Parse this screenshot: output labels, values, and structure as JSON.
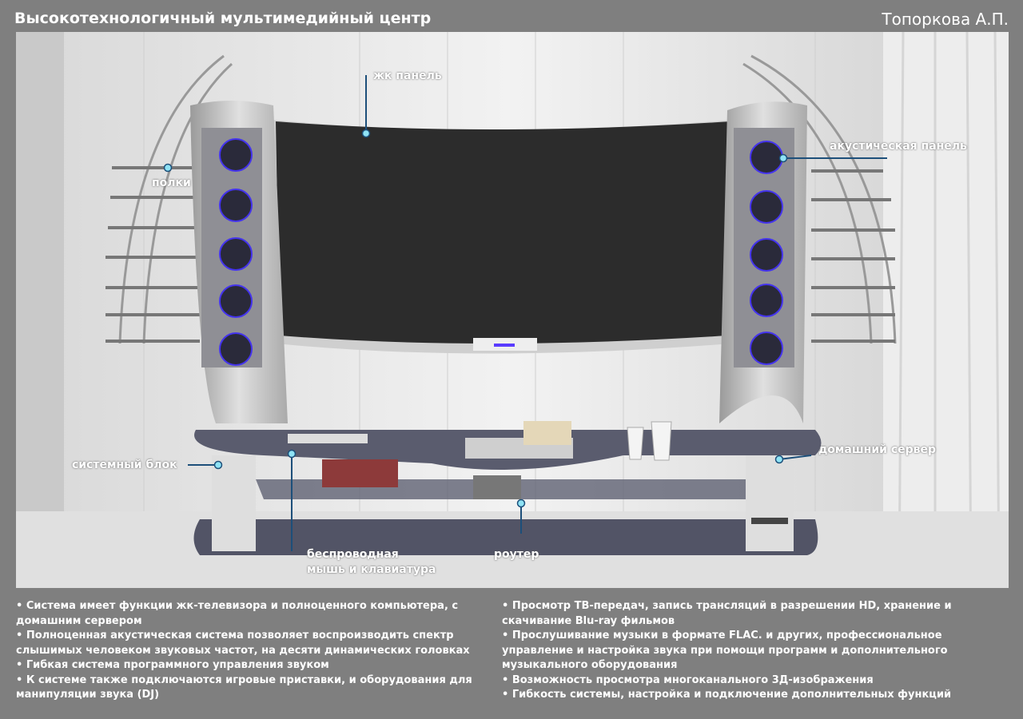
{
  "header": {
    "title": "Высокотехнологичный мультимедийный центр",
    "author": "Топоркова А.П."
  },
  "callouts": {
    "tv": "жк панель",
    "acoustic": "акустическая панель",
    "shelves": "полки",
    "system_unit": "системный блок",
    "home_server": "домашний сервер",
    "wireless_1": "беспроводная",
    "wireless_2": "мышь и клавиатура",
    "router": "роутер"
  },
  "notes_left": [
    "• Система имеет функции жк-телевизора и полноценного компьютера, с домашним сервером",
    "• Полноценная акустическая система позволяет воспроизводить спектр слышимых человеком звуковых частот, на десяти динамических головках",
    "• Гибкая система программного управления звуком",
    "• К системе также подключаются игровые приставки, и оборудования для манипуляции звука (DJ)"
  ],
  "notes_right": [
    "• Просмотр ТВ-передач, запись трансляций в разрешении HD, хранение и скачивание Blu-ray фильмов",
    "• Прослушивание  музыки в формате FLAC. и других, профессиональное управление и настройка звука  при помощи программ и дополнительного музыкального оборудования",
    "• Возможность просмотра многоканального 3Д-изображения",
    "• Гибкость системы, настройка и подключение дополнительных функций"
  ],
  "colors": {
    "background": "#7f7f7f",
    "marker": "#8fe3f5",
    "leader": "#1d4f7a",
    "accent_led": "#5a3cff"
  }
}
